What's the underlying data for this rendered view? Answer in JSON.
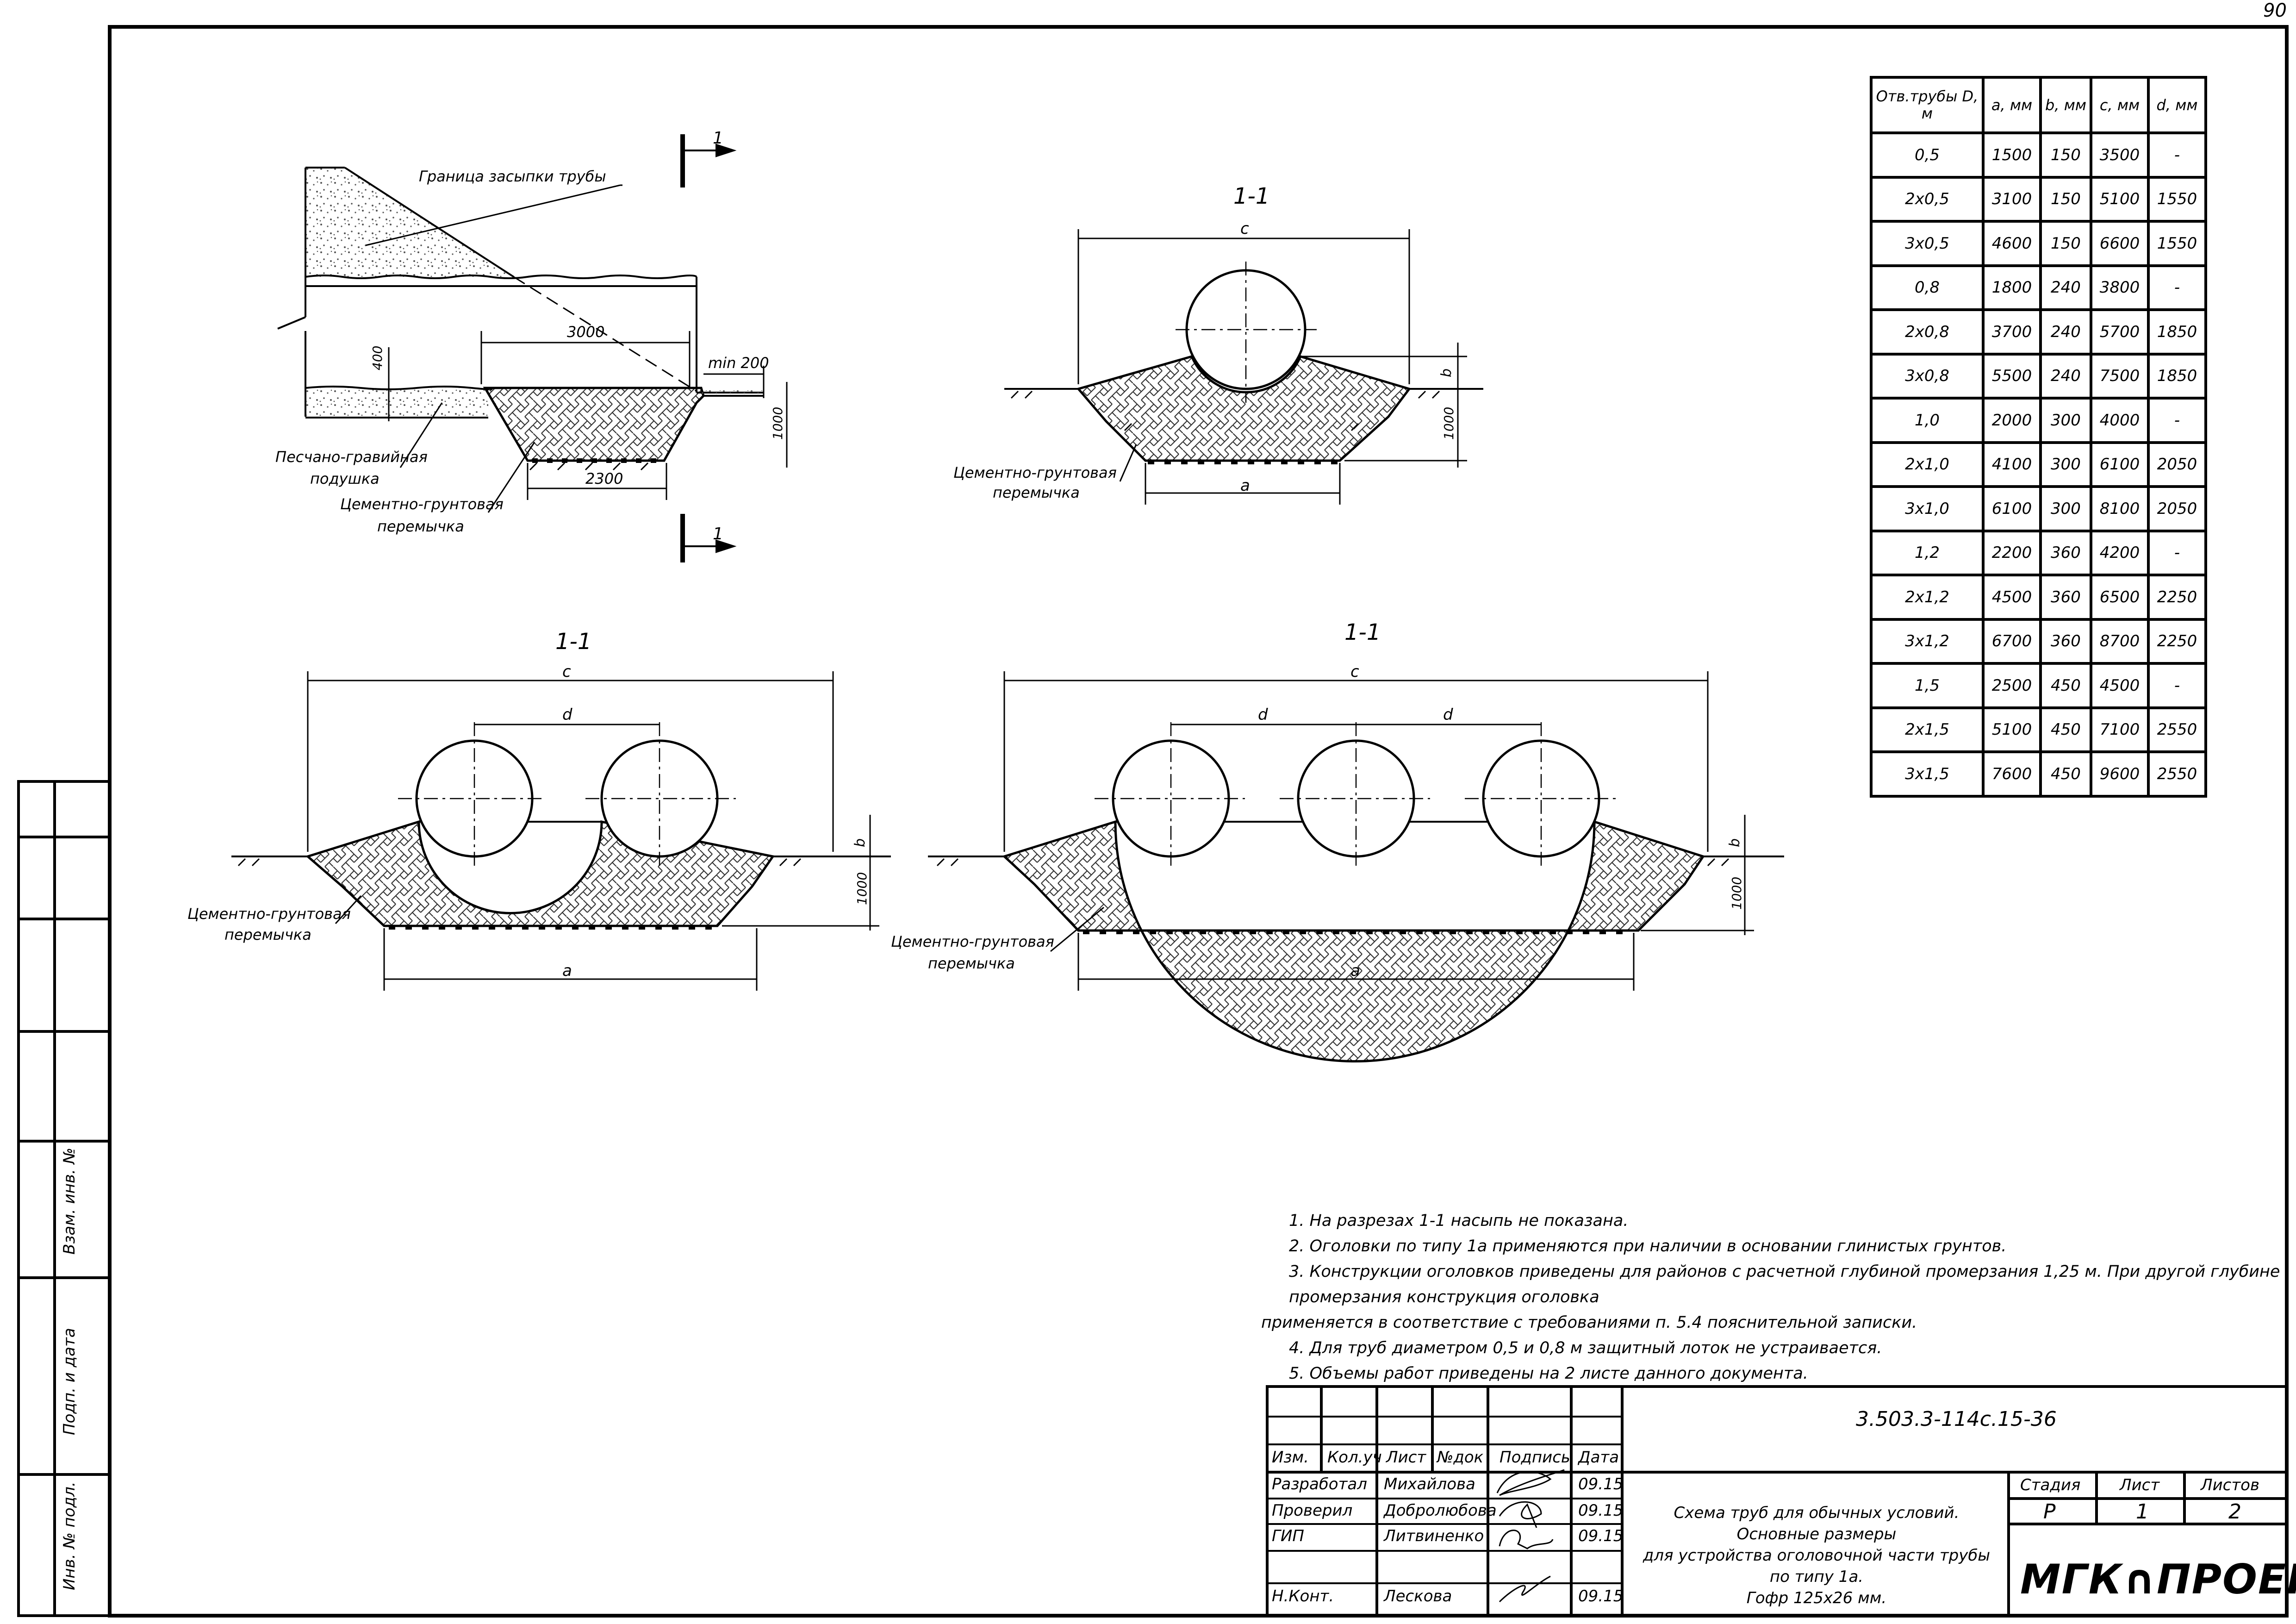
{
  "page_number": "90",
  "labels": {
    "boundary": "Граница засыпки трубы",
    "dim_3000": "3000",
    "dim_min200": "min 200",
    "dim_400": "400",
    "dim_1000": "1000",
    "dim_2300": "2300",
    "sand_1": "Песчано-гравийная",
    "sand_2": "подушка",
    "cem_1": "Цементно-грунтовая",
    "cem_2": "перемычка",
    "section": "1-1",
    "section_mark": "1",
    "c": "c",
    "a": "a",
    "b": "b",
    "d": "d"
  },
  "table": {
    "headers": [
      "Отв.трубы D, м",
      "a, мм",
      "b, мм",
      "c, мм",
      "d, мм"
    ],
    "rows": [
      [
        "0,5",
        "1500",
        "150",
        "3500",
        "-"
      ],
      [
        "2х0,5",
        "3100",
        "150",
        "5100",
        "1550"
      ],
      [
        "3х0,5",
        "4600",
        "150",
        "6600",
        "1550"
      ],
      [
        "0,8",
        "1800",
        "240",
        "3800",
        "-"
      ],
      [
        "2х0,8",
        "3700",
        "240",
        "5700",
        "1850"
      ],
      [
        "3х0,8",
        "5500",
        "240",
        "7500",
        "1850"
      ],
      [
        "1,0",
        "2000",
        "300",
        "4000",
        "-"
      ],
      [
        "2х1,0",
        "4100",
        "300",
        "6100",
        "2050"
      ],
      [
        "3х1,0",
        "6100",
        "300",
        "8100",
        "2050"
      ],
      [
        "1,2",
        "2200",
        "360",
        "4200",
        "-"
      ],
      [
        "2х1,2",
        "4500",
        "360",
        "6500",
        "2250"
      ],
      [
        "3х1,2",
        "6700",
        "360",
        "8700",
        "2250"
      ],
      [
        "1,5",
        "2500",
        "450",
        "4500",
        "-"
      ],
      [
        "2х1,5",
        "5100",
        "450",
        "7100",
        "2550"
      ],
      [
        "3х1,5",
        "7600",
        "450",
        "9600",
        "2550"
      ]
    ]
  },
  "notes": [
    "1. На разрезах 1-1 насыпь не показана.",
    "2. Оголовки по типу 1а применяются при наличии в основании глинистых грунтов.",
    "3. Конструкции оголовков приведены для районов с расчетной глубиной промерзания 1,25 м. При другой глубине промерзания конструкция оголовка",
    "применяется в соответствие с требованиями п. 5.4 пояснительной записки.",
    "4. Для труб диаметром 0,5 и 0,8 м защитный лоток не устраивается.",
    "5. Объемы работ приведены на 2 листе данного документа."
  ],
  "title_block": {
    "code": "3.503.3-114с.15-36",
    "col_headers": [
      "Изм.",
      "Кол.уч",
      "Лист",
      "№док",
      "Подпись",
      "Дата"
    ],
    "people": [
      {
        "role": "Разработал",
        "name": "Михайлова",
        "date": "09.15"
      },
      {
        "role": "Проверил",
        "name": "Добролюбова",
        "date": "09.15"
      },
      {
        "role": "ГИП",
        "name": "Литвиненко",
        "date": "09.15"
      },
      {
        "role": "Н.Конт.",
        "name": "Лескова",
        "date": "09.15"
      }
    ],
    "description": [
      "Схема труб для обычных условий. Основные размеры",
      "для устройства оголовочной части трубы по типу 1а.",
      "Гофр 125х26 мм."
    ],
    "stage_label": "Стадия",
    "sheet_label": "Лист",
    "sheets_label": "Листов",
    "stage": "Р",
    "sheet": "1",
    "sheets": "2",
    "logo": "МГК∩ПРОЕКТ"
  },
  "side_stamp": {
    "inv_sub": "Взам. инв. №",
    "sign_date": "Подп. и дата",
    "inv_orig": "Инв. № подл."
  }
}
